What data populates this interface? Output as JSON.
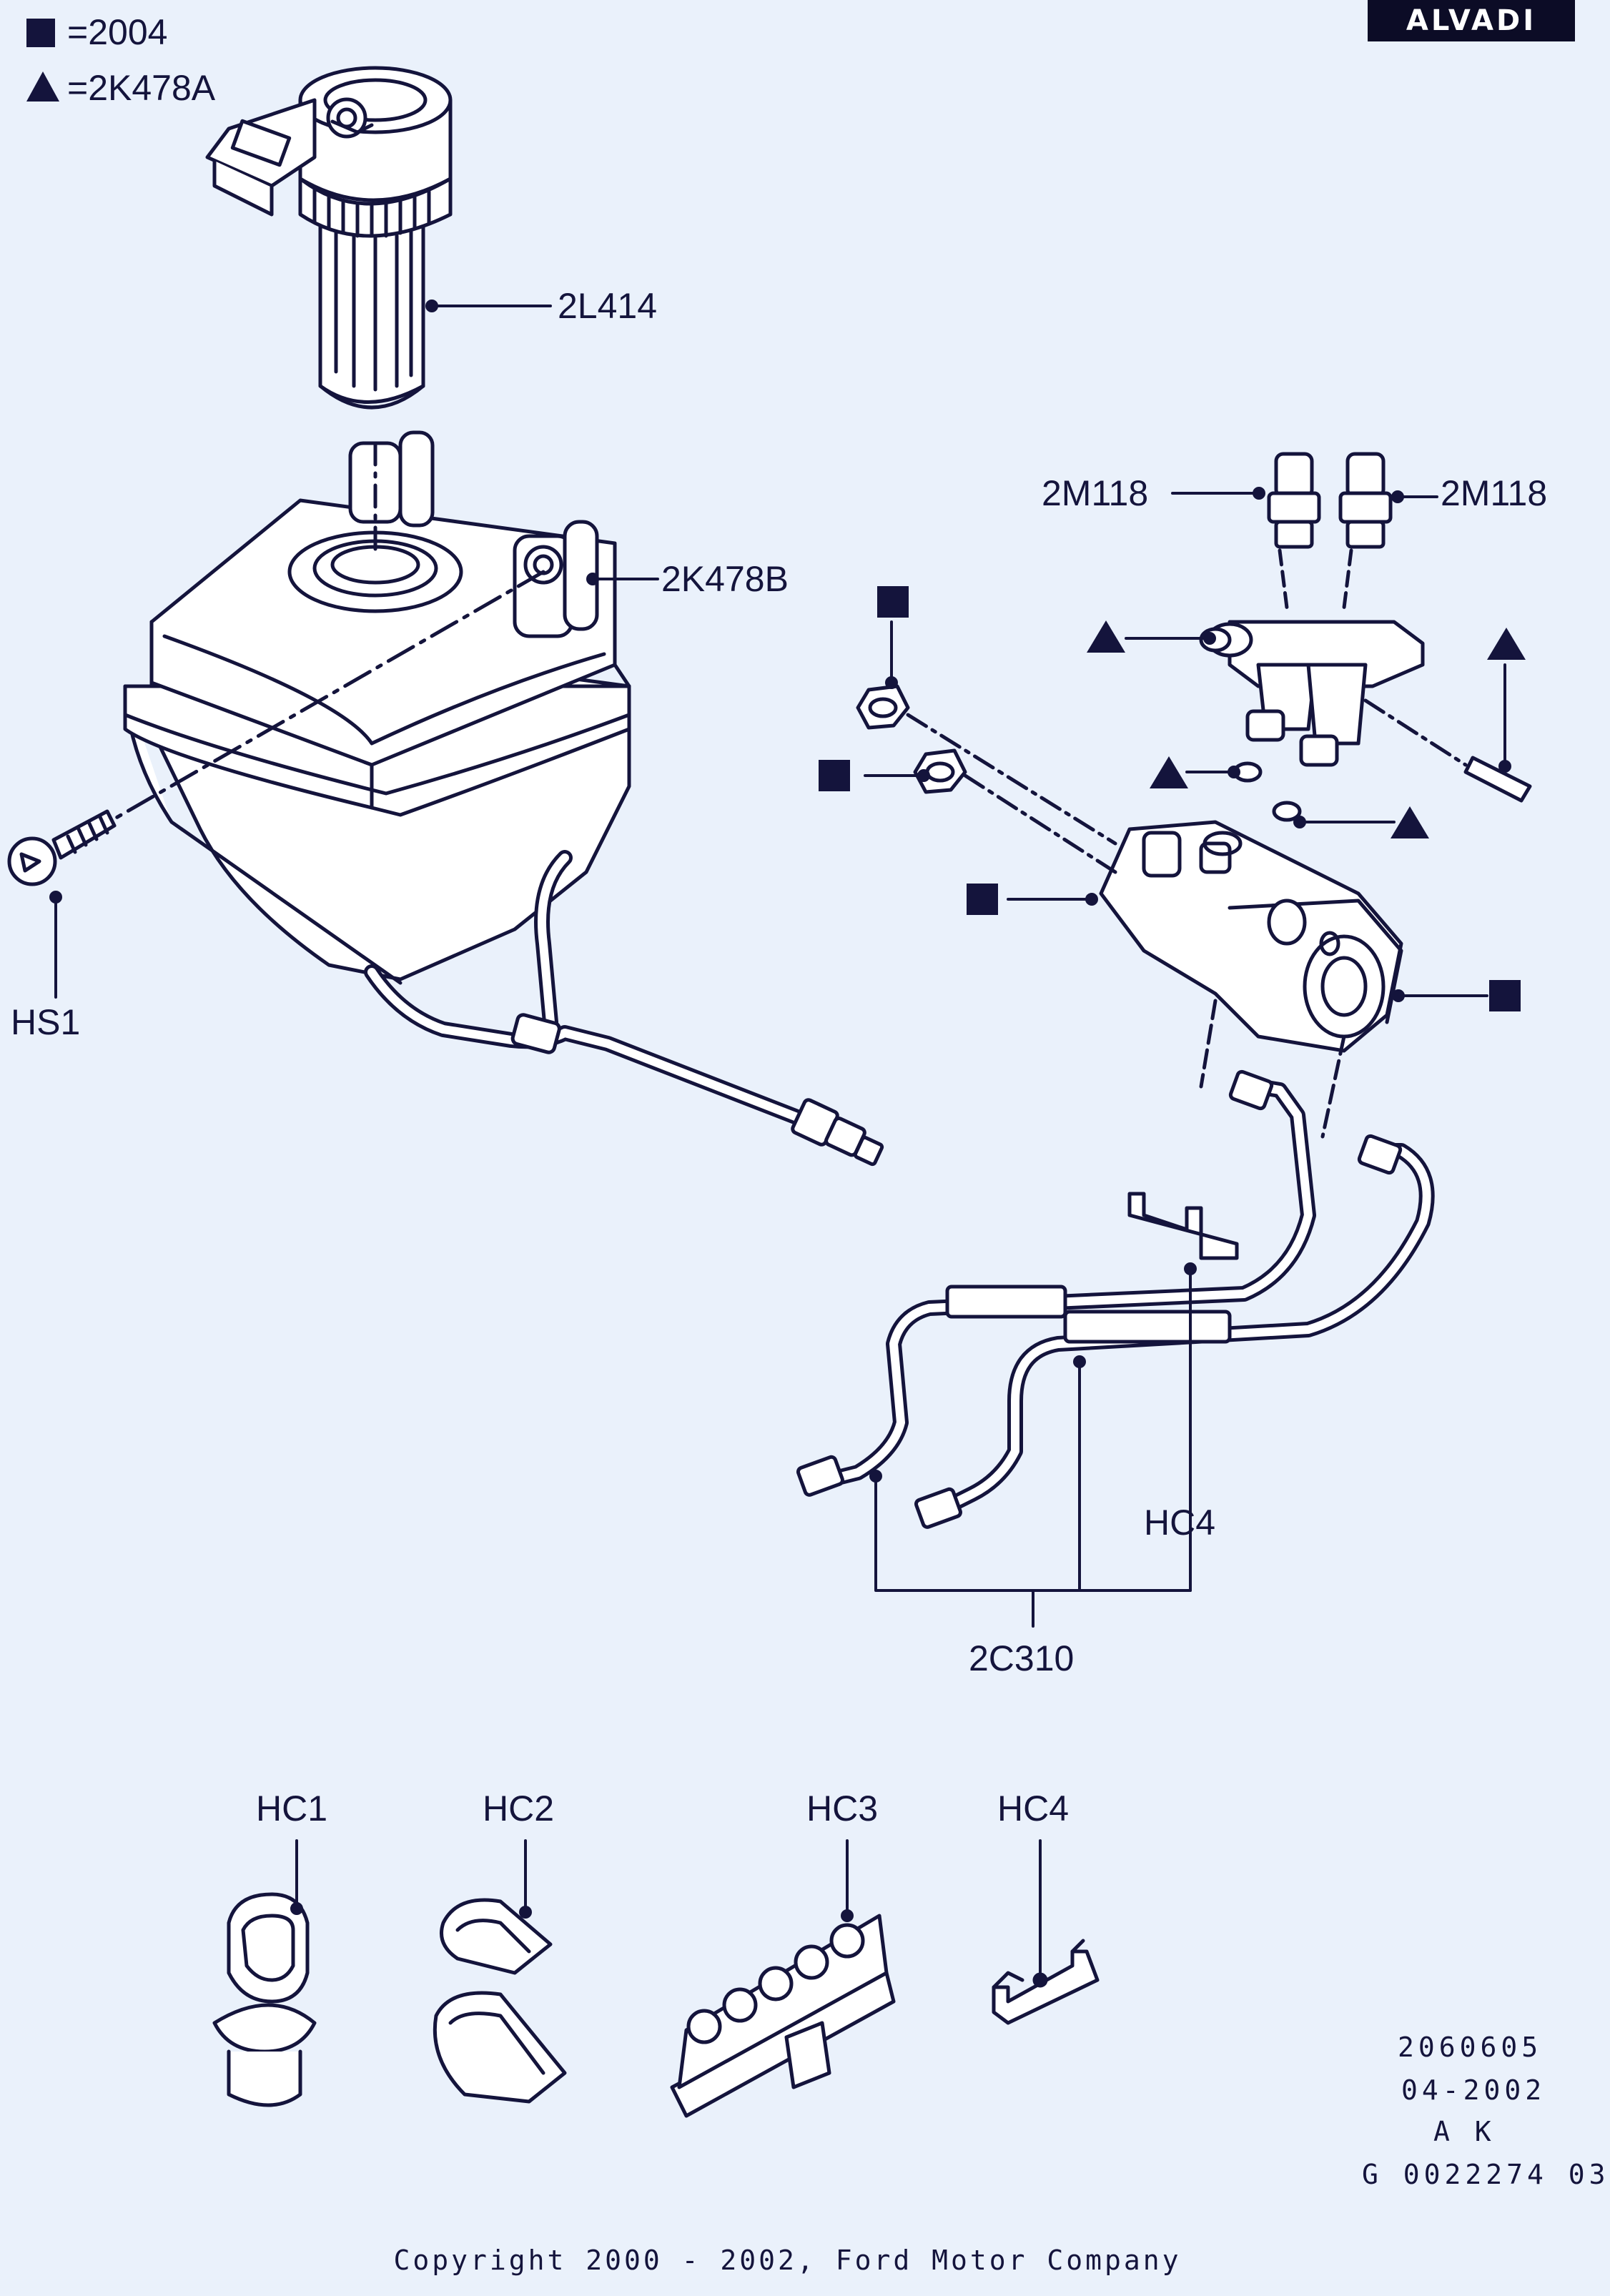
{
  "brand": "ALVADI",
  "legend": [
    {
      "symbol": "square",
      "text": "=2004"
    },
    {
      "symbol": "triangle",
      "text": "=2K478A"
    }
  ],
  "callouts": {
    "reservoir_cap": "2L414",
    "reservoir": "2K478B",
    "screw": "HS1",
    "switch_left": "2M118",
    "switch_right": "2M118",
    "clip_on_lines": "HC4",
    "brake_lines": "2C310"
  },
  "clips": [
    {
      "label": "HC1"
    },
    {
      "label": "HC2"
    },
    {
      "label": "HC3"
    },
    {
      "label": "HC4"
    }
  ],
  "doc_info": [
    "2060605",
    "04-2002",
    "A K",
    "G 0022274 03"
  ],
  "copyright": "Copyright 2000 - 2002, Ford Motor Company",
  "colors": {
    "ink": "#14143c",
    "paper": "#eaf1fb",
    "fill": "#ffffff"
  }
}
